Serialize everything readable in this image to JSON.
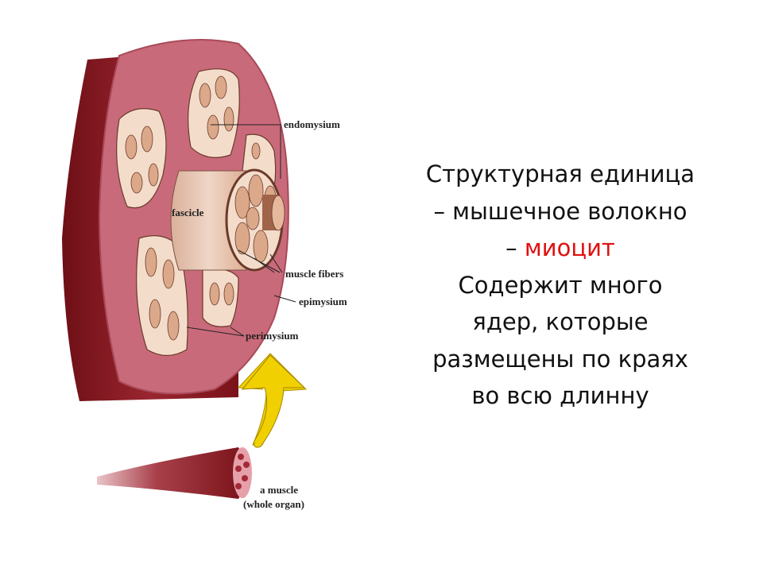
{
  "diagram": {
    "labels": {
      "endomysium": "endomysium",
      "fascicle": "fascicle",
      "muscle_fibers": "muscle fibers",
      "epimysium": "epimysium",
      "perimysium": "perimysium",
      "muscle_line1": "a muscle",
      "muscle_line2": "(whole organ)"
    },
    "colors": {
      "outer": "#8e1b22",
      "face": "#c96a7a",
      "bundle": "#f4dccb",
      "fiber": "#dba98a",
      "arrow": "#f0d000"
    }
  },
  "text": {
    "line1": "Структурная единица",
    "line2": "– мышечное волокно",
    "line3_prefix": "– ",
    "line3_highlight": "миоцит",
    "line4": "Содержит много",
    "line5": "ядер, которые",
    "line6": "размещены по краях",
    "line7": "во всю длинну",
    "highlight_color": "#e01010"
  }
}
